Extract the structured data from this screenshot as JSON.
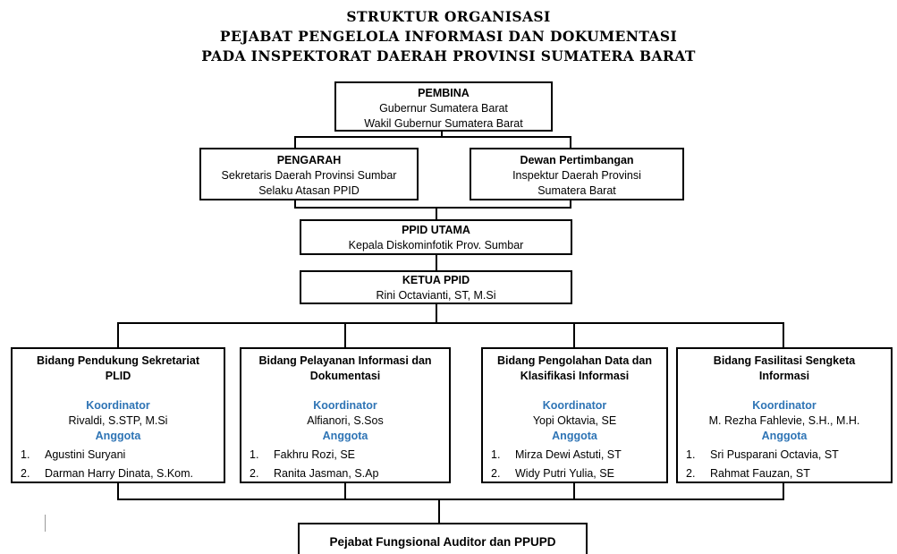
{
  "page_title": {
    "line1": "STRUKTUR ORGANISASI",
    "line2": "PEJABAT PENGELOLA INFORMASI DAN DOKUMENTASI",
    "line3": "PADA INSPEKTORAT DAERAH PROVINSI SUMATERA BARAT"
  },
  "colors": {
    "accent_blue": "#2E74B5",
    "line_black": "#000000"
  },
  "org": {
    "pembina": {
      "title": "PEMBINA",
      "line1": "Gubernur Sumatera Barat",
      "line2": "Wakil Gubernur Sumatera Barat"
    },
    "pengarah": {
      "title": "PENGARAH",
      "line1": "Sekretaris Daerah Provinsi Sumbar",
      "line2": "Selaku Atasan PPID"
    },
    "dewan_pertimbangan": {
      "title": "Dewan Pertimbangan",
      "line1": "Inspektur Daerah Provinsi",
      "line2": "Sumatera Barat"
    },
    "ppid_utama": {
      "title": "PPID UTAMA",
      "line1": "Kepala Diskominfotik Prov. Sumbar"
    },
    "ketua_ppid": {
      "title": "KETUA PPID",
      "line1": "Rini Octavianti, ST, M.Si"
    },
    "footer": {
      "title": "Pejabat Fungsional Auditor dan PPUPD"
    }
  },
  "bidang": [
    {
      "title": "Bidang Pendukung Sekretariat PLID",
      "koordinator_label": "Koordinator",
      "koordinator": "Rivaldi, S.STP, M.Si",
      "anggota_label": "Anggota",
      "members": [
        {
          "num": "1.",
          "name": "Agustini Suryani"
        },
        {
          "num": "2.",
          "name": "Darman Harry Dinata, S.Kom."
        }
      ]
    },
    {
      "title": "Bidang Pelayanan Informasi dan Dokumentasi",
      "koordinator_label": "Koordinator",
      "koordinator": "Alfianori, S.Sos",
      "anggota_label": "Anggota",
      "members": [
        {
          "num": "1.",
          "name": "Fakhru Rozi, SE"
        },
        {
          "num": "2.",
          "name": "Ranita Jasman, S.Ap"
        }
      ]
    },
    {
      "title": "Bidang Pengolahan Data dan Klasifikasi Informasi",
      "koordinator_label": "Koordinator",
      "koordinator": "Yopi Oktavia, SE",
      "anggota_label": "Anggota",
      "members": [
        {
          "num": "1.",
          "name": "Mirza Dewi Astuti, ST"
        },
        {
          "num": "2.",
          "name": "Widy Putri Yulia, SE"
        }
      ]
    },
    {
      "title": "Bidang Fasilitasi Sengketa Informasi",
      "koordinator_label": "Koordinator",
      "koordinator": "M. Rezha Fahlevie, S.H., M.H.",
      "anggota_label": "Anggota",
      "members": [
        {
          "num": "1.",
          "name": "Sri Pusparani Octavia, ST"
        },
        {
          "num": "2.",
          "name": "Rahmat Fauzan, ST"
        }
      ]
    }
  ]
}
